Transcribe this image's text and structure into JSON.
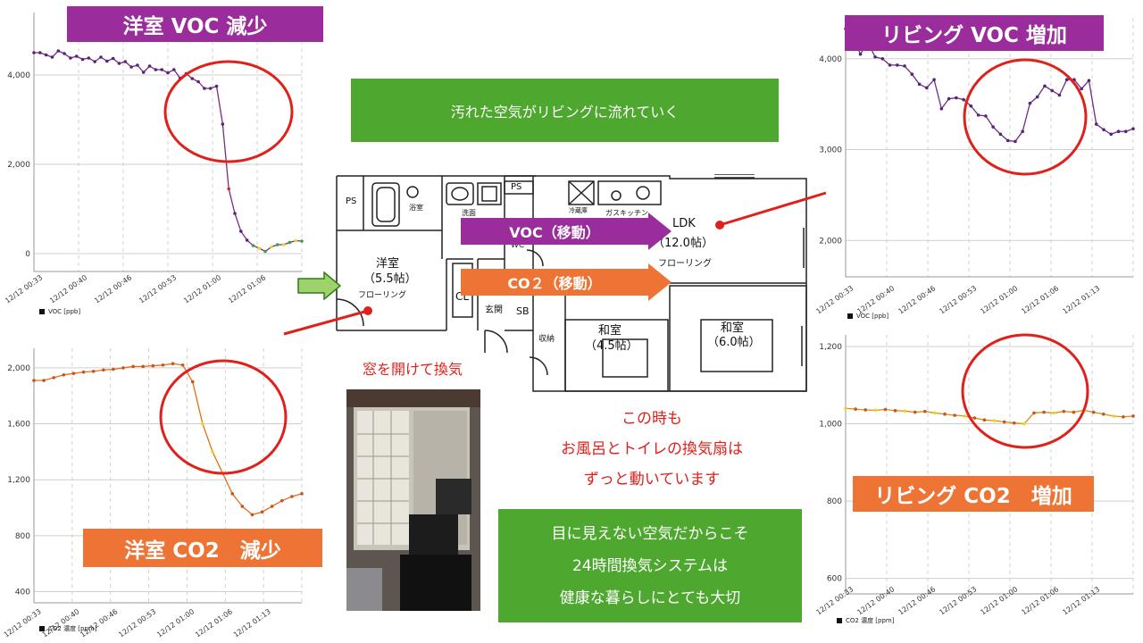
{
  "banners": {
    "yoshitsu_voc": "洋室 VOC 減少",
    "living_voc": "リビング VOC 増加",
    "yoshitsu_co2": "洋室 CO2　減少",
    "living_co2": "リビング CO2　増加"
  },
  "flow_note": "汚れた空気がリビングに流れていく",
  "window_note": "窓を開けて換気",
  "fan_note": [
    "この時も",
    "お風呂とトイレの換気扇は",
    "ずっと動いています"
  ],
  "bottom_message": [
    "目に見えない空気だからこそ",
    "24時間換気システムは",
    "健康な暮らしにとても大切"
  ],
  "arrows": {
    "voc": "VOC（移動）",
    "co2": "CO２（移動）"
  },
  "floorplan": {
    "ps1": "PS",
    "bath": "浴室",
    "wash": "洗面",
    "ps2": "PS",
    "fridge": "冷蔵庫",
    "stove": "ガスキッチン",
    "ldk_name": "LDK",
    "ldk_size": "（12.0帖）",
    "ldk_floor": "フローリング",
    "youshitsu_name": "洋室",
    "youshitsu_size": "（5.5帖）",
    "youshitsu_floor": "フローリング",
    "cl": "CL",
    "wc": "WC",
    "genkan": "玄関",
    "sb": "SB",
    "storage": "収納",
    "washitsu1_name": "和室",
    "washitsu1_size": "（4.5帖）",
    "washitsu2_name": "和室",
    "washitsu2_size": "（6.0帖）"
  },
  "colors": {
    "purple": "#9a2d9b",
    "orange": "#ed7434",
    "green": "#4ea72e",
    "red": "#e0201b"
  },
  "chart_data": [
    {
      "id": "youshitsu_voc",
      "type": "line",
      "legend": "VOC [ppb]",
      "xticks": [
        "12/12 00:33",
        "12/12 00:40",
        "12/12 00:46",
        "12/12 00:53",
        "12/12 01:00",
        "12/12 01:06"
      ],
      "yticks": [
        "0",
        "2,000",
        "4,000"
      ],
      "ylim": [
        -400,
        5400
      ],
      "values": [
        4500,
        4500,
        4450,
        4400,
        4540,
        4480,
        4380,
        4420,
        4350,
        4380,
        4300,
        4400,
        4310,
        4370,
        4260,
        4300,
        4180,
        4220,
        4060,
        4200,
        4120,
        4120,
        4050,
        4120,
        3930,
        4030,
        3920,
        3850,
        3700,
        3700,
        3750,
        2900,
        1450,
        900,
        500,
        300,
        180,
        120,
        50,
        150,
        200,
        200,
        250,
        290,
        280
      ]
    },
    {
      "id": "living_voc",
      "type": "line",
      "legend": "VOC [ppb]",
      "xticks": [
        "12/12 00:33",
        "12/12 00:40",
        "12/12 00:46",
        "12/12 00:53",
        "12/12 01:00",
        "12/12 01:06",
        "12/12 01:13"
      ],
      "yticks": [
        "2,000",
        "3,000",
        "4,000"
      ],
      "ylim": [
        1600,
        4450
      ],
      "values": [
        4330,
        4250,
        4050,
        4180,
        4020,
        4000,
        3930,
        3930,
        3920,
        3830,
        3720,
        3680,
        3770,
        3450,
        3560,
        3570,
        3550,
        3480,
        3380,
        3370,
        3250,
        3170,
        3100,
        3090,
        3200,
        3510,
        3580,
        3700,
        3650,
        3600,
        3770,
        3770,
        3670,
        3760,
        3280,
        3220,
        3170,
        3200,
        3200,
        3230
      ]
    },
    {
      "id": "youshitsu_co2",
      "type": "line",
      "legend": "CO2 濃度 [ppm]",
      "xticks": [
        "12/12 00:33",
        "12/12 00:40",
        "12/12 00:46",
        "12/12 00:53",
        "12/12 01:00",
        "12/12 01:06",
        "12/12 01:13"
      ],
      "yticks": [
        "400",
        "800",
        "1,200",
        "1,600",
        "2,000"
      ],
      "ylim": [
        320,
        2140
      ],
      "values": [
        1910,
        1910,
        1930,
        1950,
        1960,
        1970,
        1975,
        1985,
        1990,
        2000,
        2010,
        2010,
        2015,
        2020,
        2030,
        2020,
        1900,
        1600,
        1400,
        1250,
        1100,
        1010,
        950,
        970,
        1010,
        1050,
        1080,
        1100
      ]
    },
    {
      "id": "living_co2",
      "type": "line",
      "legend": "CO2 濃度 [ppm]",
      "xticks": [
        "12/12 00:33",
        "12/12 00:40",
        "12/12 00:46",
        "12/12 00:53",
        "12/12 01:00",
        "12/12 01:06",
        "12/12 01:13"
      ],
      "yticks": [
        "600",
        "800",
        "1,000",
        "1,200"
      ],
      "ylim": [
        560,
        1230
      ],
      "values": [
        1040,
        1038,
        1036,
        1035,
        1037,
        1034,
        1033,
        1030,
        1032,
        1028,
        1025,
        1022,
        1020,
        1015,
        1010,
        1008,
        1005,
        1002,
        1000,
        1028,
        1030,
        1028,
        1032,
        1030,
        1035,
        1030,
        1025,
        1020,
        1018,
        1020
      ]
    }
  ]
}
